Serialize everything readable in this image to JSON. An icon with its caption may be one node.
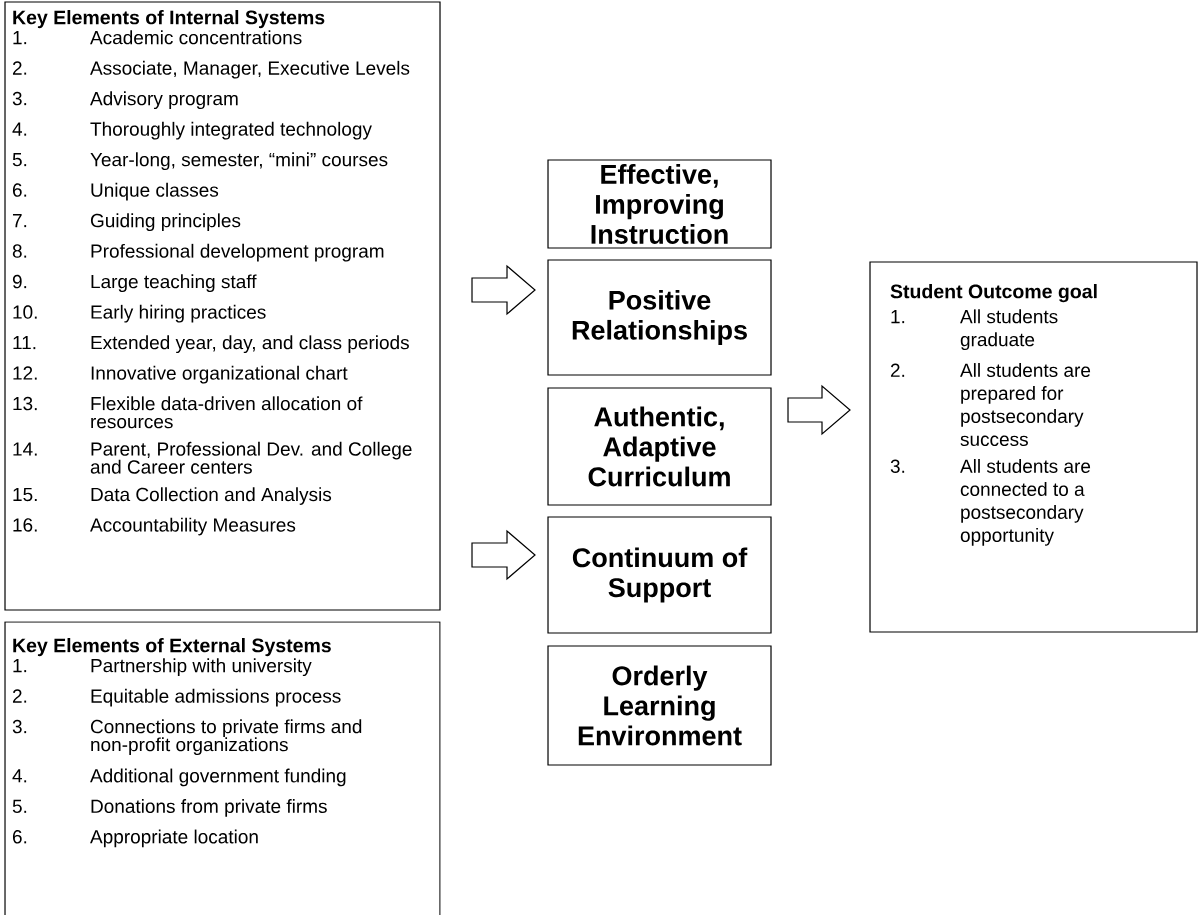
{
  "diagram": {
    "nodes": [
      {
        "text": [
          "Key Elements of Internal Systems",
          "1.",
          "Academic concentrations",
          "2.",
          "Associate, Manager, Executive Levels",
          "3.",
          "Advisory program",
          "4.",
          "Thoroughly integrated technology",
          "5.",
          "Year-long, semester, “mini” courses",
          "6.",
          "Unique classes",
          "7.",
          "Guiding principles",
          "8.",
          "Professional development program",
          "9.",
          "Large teaching staff",
          "10.",
          "Early hiring practices",
          "11.",
          "Extended year, day, and class periods",
          "12.",
          "Innovative organizational chart",
          "13.",
          "Flexible data-driven allocation of resources",
          "14.",
          "Parent, Professional Dev. and College and Career centers",
          "15.",
          "Data Collection and Analysis",
          "16.",
          "Accountability Measures"
        ]
      },
      {
        "text": [
          "Key Elements of External Systems",
          "1.",
          "Partnership with university",
          "2.",
          "Equitable admissions process",
          "3.",
          "Connections to private firms and non-profit organizations",
          "4.",
          "Additional government funding",
          "5.",
          "Donations from private firms",
          "6.",
          "Appropriate location"
        ]
      },
      {
        "text": [
          "Effective, Improving Instruction"
        ]
      },
      {
        "text": [
          "Positive Relationships"
        ]
      },
      {
        "text": [
          "Authentic, Adaptive Curriculum"
        ]
      },
      {
        "text": [
          "Continuum of Support"
        ]
      },
      {
        "text": [
          "Orderly Learning Environment"
        ]
      },
      {
        "text": [
          "Student Outcome goal",
          "1.",
          "All students graduate",
          "2.",
          "All students are prepared for postsecondary success",
          "3.",
          "All students are connected to a postsecondary opportunity"
        ]
      }
    ],
    "edges": [
      {
        "from": 0,
        "to": 3,
        "arrow": "to"
      },
      {
        "from": 1,
        "to": 5,
        "arrow": "to"
      },
      {
        "from": 4,
        "to": 7,
        "arrow": "to"
      }
    ]
  }
}
